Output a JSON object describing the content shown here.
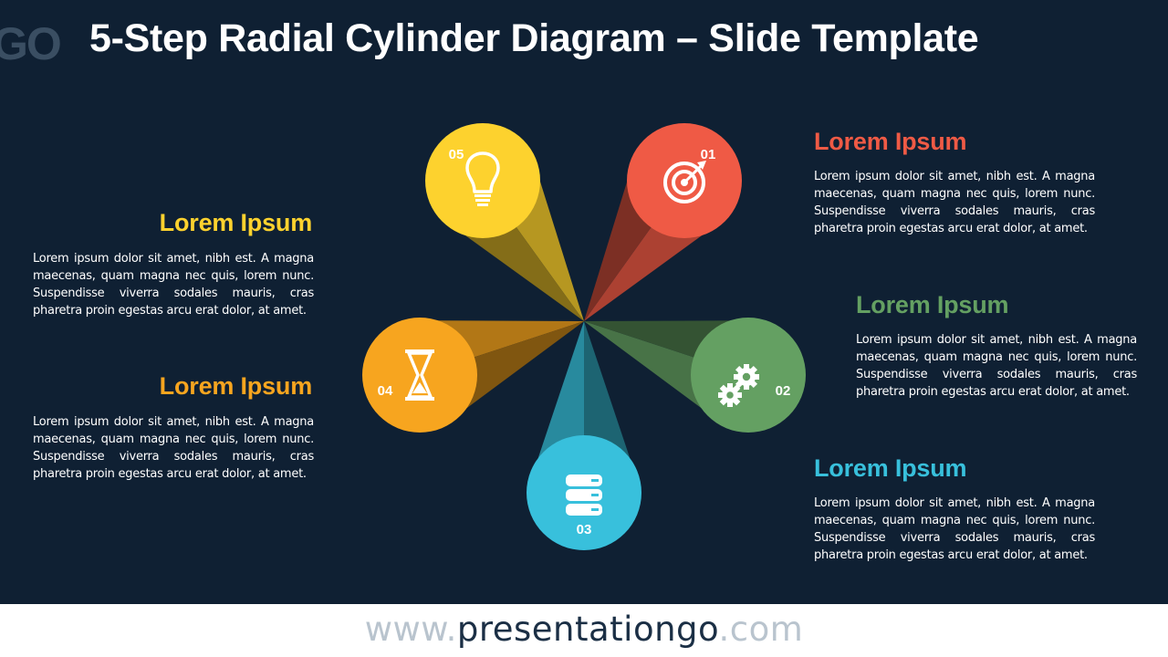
{
  "title": "5-Step Radial Cylinder Diagram – Slide Template",
  "logo_text": "GO",
  "steps": [
    {
      "number": "01",
      "icon": "target-icon",
      "color": "#ef5a45",
      "heading": "Lorem Ipsum",
      "body": "Lorem ipsum dolor sit amet, nibh est. A magna maecenas, quam magna nec quis, lorem nunc. Suspendisse viverra sodales mauris, cras pharetra proin egestas arcu erat dolor, at amet."
    },
    {
      "number": "02",
      "icon": "gears-icon",
      "color": "#64a062",
      "heading": "Lorem Ipsum",
      "body": "Lorem ipsum dolor sit amet, nibh est. A magna maecenas, quam magna nec quis, lorem nunc. Suspendisse viverra sodales mauris, cras pharetra proin egestas arcu erat dolor, at amet."
    },
    {
      "number": "03",
      "icon": "database-icon",
      "color": "#38c0dc",
      "heading": "Lorem Ipsum",
      "body": "Lorem ipsum dolor sit amet, nibh est. A magna maecenas, quam magna nec quis, lorem nunc. Suspendisse viverra sodales mauris, cras pharetra proin egestas arcu erat dolor, at amet."
    },
    {
      "number": "04",
      "icon": "hourglass-icon",
      "color": "#f7a51f",
      "heading": "Lorem Ipsum",
      "body": "Lorem ipsum dolor sit amet, nibh est. A magna maecenas, quam magna nec quis, lorem nunc. Suspendisse viverra sodales mauris, cras pharetra proin egestas arcu erat dolor, at amet."
    },
    {
      "number": "05",
      "icon": "lightbulb-icon",
      "color": "#fdd22e",
      "heading": "Lorem Ipsum",
      "body": "Lorem ipsum dolor sit amet, nibh est. A magna maecenas, quam magna nec quis, lorem nunc. Suspendisse viverra sodales mauris, cras pharetra proin egestas arcu erat dolor, at amet."
    }
  ],
  "footer": {
    "prefix": "www.",
    "name": "presentationgo",
    "suffix": ".com"
  }
}
